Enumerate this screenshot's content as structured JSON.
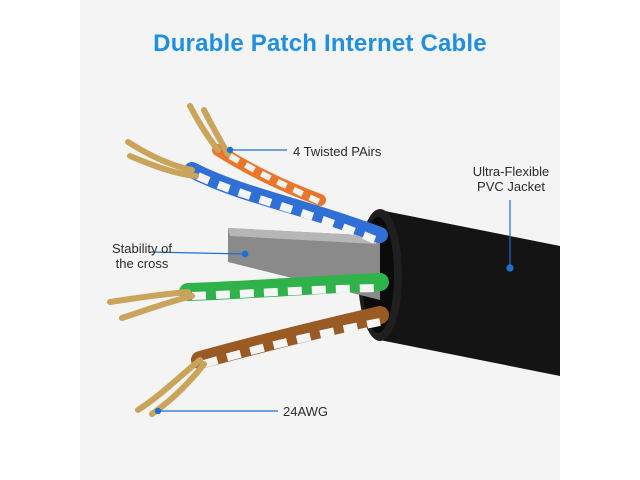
{
  "title": "Durable Patch Internet Cable",
  "labels": {
    "twisted_pairs": "4 Twisted PAirs",
    "jacket_line1": "Ultra-Flexible",
    "jacket_line2": "PVC Jacket",
    "cross_line1": "Stability of",
    "cross_line2": "the cross",
    "gauge": "24AWG"
  },
  "colors": {
    "title": "#1f8fe0",
    "accent": "#1f6fd1",
    "panel": "#f4f4f4",
    "jacket": "#141414",
    "copper": "#c9a45a",
    "orange_pair": "#e9772b",
    "blue_pair": "#2f6fd6",
    "green_pair": "#2fb24a",
    "brown_pair": "#9a5a23",
    "separator": "#8a8a8a"
  }
}
